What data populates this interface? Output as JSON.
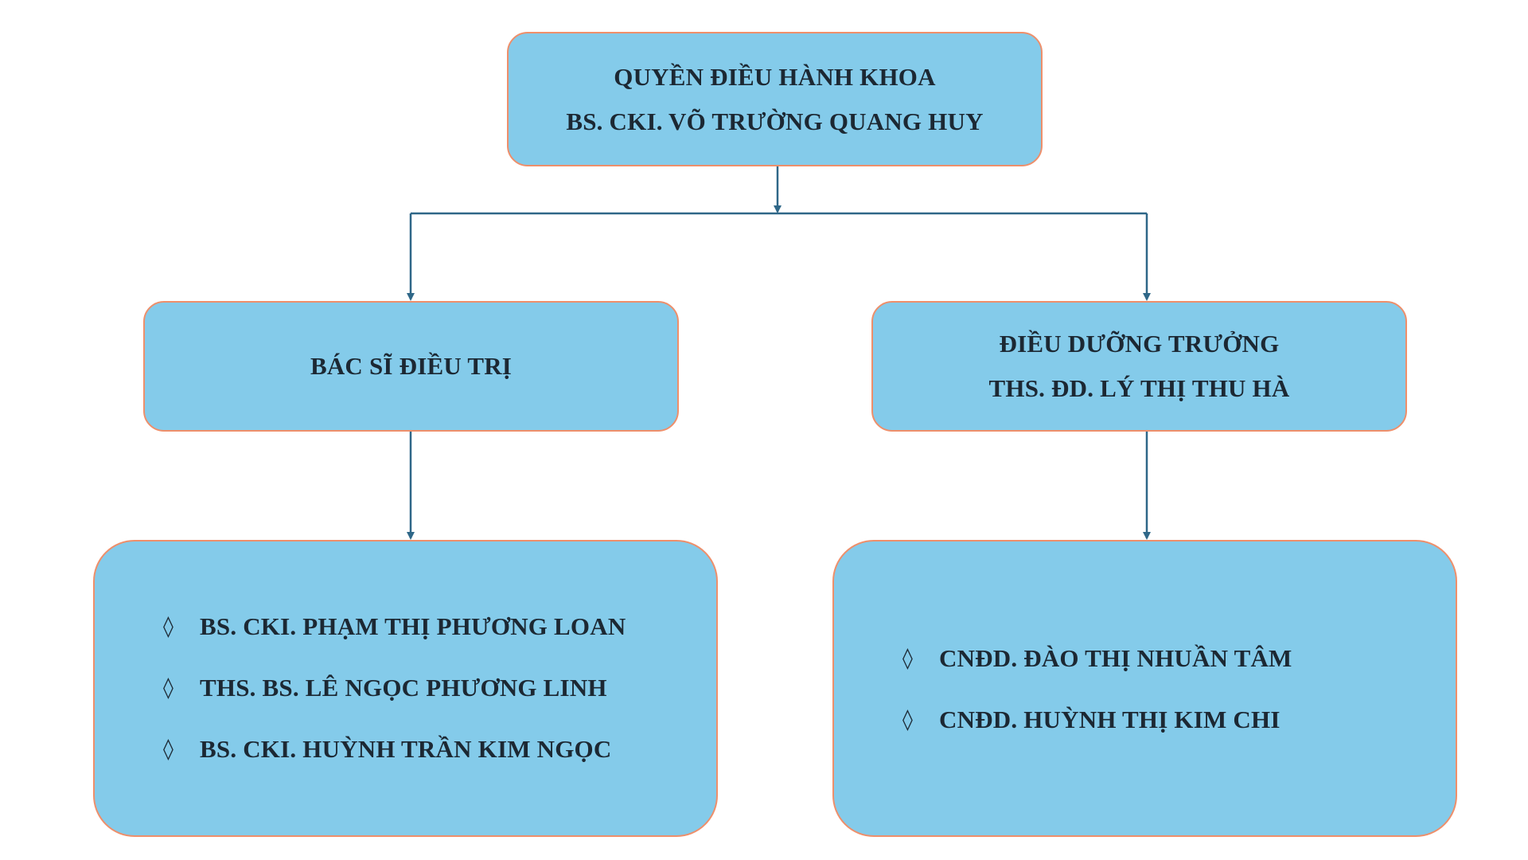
{
  "colors": {
    "box_fill": "#84cbea",
    "box_border": "#ee8f6b",
    "connector": "#2f6788",
    "text": "#1c2833"
  },
  "nodes": {
    "head": {
      "title": "QUYỀN ĐIỀU HÀNH KHOA",
      "name": "BS. CKI. VÕ TRƯỜNG QUANG HUY"
    },
    "doctors": {
      "title": "BÁC SĨ ĐIỀU TRỊ"
    },
    "nursing_head": {
      "title": "ĐIỀU DƯỠNG TRƯỞNG",
      "name": "THS. ĐD. LÝ THỊ THU HÀ"
    },
    "doctor_list": {
      "bullet_icon": "diamond-outline-icon",
      "bullet": "◊",
      "items": [
        "BS. CKI. PHẠM THỊ PHƯƠNG LOAN",
        "THS. BS. LÊ NGỌC PHƯƠNG LINH",
        "BS. CKI. HUỲNH TRẦN KIM NGỌC"
      ]
    },
    "nurse_list": {
      "bullet_icon": "diamond-outline-icon",
      "bullet": "◊",
      "items": [
        "CNĐD. ĐÀO THỊ NHUẦN TÂM",
        "CNĐD. HUỲNH THỊ KIM CHI"
      ]
    }
  }
}
